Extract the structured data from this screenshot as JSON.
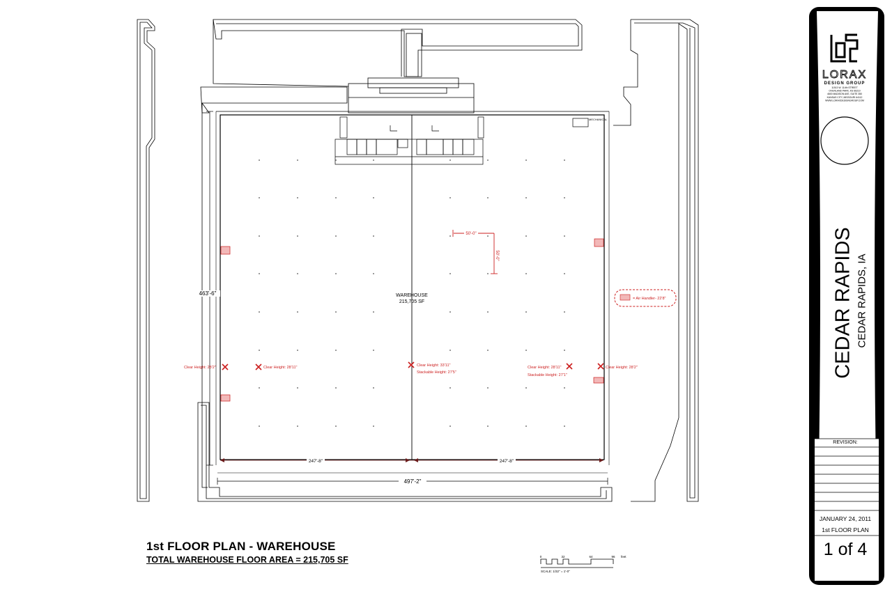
{
  "drawing": {
    "title": "1st FLOOR PLAN - WAREHOUSE",
    "subtitle": "TOTAL WAREHOUSE FLOOR AREA = 215,705 SF",
    "warehouse_label": "WAREHOUSE",
    "warehouse_area": "215,705 SF",
    "mechanical_label": "MECHANICAL"
  },
  "dimensions": {
    "overall_width": "497'-2\"",
    "left_half": "247'-8\"",
    "right_half": "247'-8\"",
    "overall_depth": "463'-6\"",
    "bay_width": "50'-0\"",
    "bay_depth": "50'-0\""
  },
  "annotations": {
    "clear_left_edge": "Clear Height: 28'2\"",
    "clear_left_inner": "Clear Height: 28'11\"",
    "clear_center": "Clear Height: 33'11\"",
    "stack_center": "Stackable Height: 27'5\"",
    "clear_right_inner": "Clear Height: 28'11\"",
    "stack_right_inner": "Stackable Height: 27'1\"",
    "clear_right_edge": "Clear Height: 28'2\"",
    "air_handler": "= Air Handler- 22'8\""
  },
  "scale_bar": {
    "ticks": [
      "0",
      "32",
      "64",
      "96"
    ],
    "unit": "feet",
    "label": "SCALE: 1/32\" = 1'-0\""
  },
  "title_block": {
    "firm_name": "LORAX",
    "firm_subtitle": "DESIGN GROUP",
    "address_lines": [
      "11513 W. 114th STREET",
      "OVERLAND PARK, KS 66210",
      "4600 MADISON AVE, SUITE 350",
      "KANSAS CITY, MISSOURI 64112",
      "WWW.LORAXDESIGNGROUP.COM"
    ],
    "city": "CEDAR RAPIDS",
    "state": "CEDAR RAPIDS, IA",
    "revision_label": "REVISION:",
    "date": "JANUARY 24, 2011",
    "sheet_name": "1st FLOOR PLAN",
    "sheet_number": "1 of 4"
  },
  "colors": {
    "line": "#000000",
    "annotation_red": "#cc1f1f",
    "marker_fill": "#f2b8b8"
  }
}
